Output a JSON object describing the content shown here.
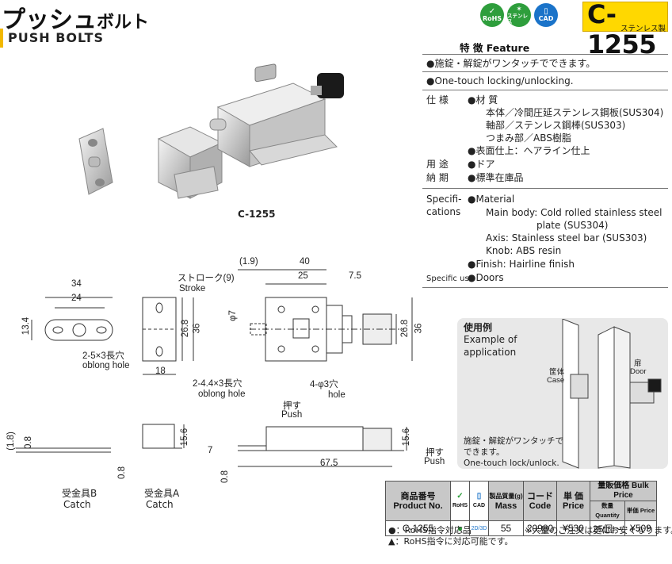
{
  "header": {
    "title_main": "プッシュ",
    "title_sub": "ボルト",
    "title_en": "PUSH BOLTS",
    "badges": [
      {
        "label": "RoHS",
        "color": "#2e9e3c"
      },
      {
        "label": "ステンレス",
        "color": "#2e9e3c"
      },
      {
        "label": "CAD",
        "color": "#1a73c9"
      }
    ],
    "product_code": "C-1255",
    "product_material": "ステンレス製",
    "accent_color": "#ffd800"
  },
  "features": {
    "heading": "特 徴 Feature",
    "jp": "●施錠・解錠がワンタッチでできます。",
    "en": "●One-touch locking/unlocking."
  },
  "spec_jp": {
    "spec_label": "仕 様",
    "material_head": "●材 質",
    "material_lines": [
      "本体／冷間圧延ステンレス鋼板(SUS304)",
      "軸部／ステンレス鋼棒(SUS303)",
      "つまみ部／ABS樹脂"
    ],
    "finish": "●表面仕上：ヘアライン仕上",
    "use_label": "用 途",
    "use": "●ドア",
    "delivery_label": "納 期",
    "delivery": "●標準在庫品"
  },
  "spec_en": {
    "label_1": "Specifi-",
    "label_2": "cations",
    "material_head": "●Material",
    "main_body_1": "Main body: Cold rolled stainless steel",
    "main_body_2": "plate (SUS304)",
    "axis": "Axis: Stainless steel bar (SUS303)",
    "knob": "Knob: ABS resin",
    "finish": "●Finish: Hairline finish",
    "use_label": "Specific use",
    "use": "●Doors"
  },
  "photo_caption": "C-1255",
  "drawing": {
    "d34": "34",
    "d24": "24",
    "d13_4": "13.4",
    "hole_b_jp": "2-5×3長穴",
    "hole_b_en": "oblong hole",
    "d18": "18",
    "d26_8a": "26.8",
    "d36a": "36",
    "hole_a_jp": "2-4.4×3長穴",
    "hole_a_en": "oblong hole",
    "stroke_jp": "ストローク(9)",
    "stroke_en": "Stroke",
    "d1_9": "(1.9)",
    "d40": "40",
    "d25": "25",
    "d7_5": "7.5",
    "phi7": "φ7",
    "d26_8b": "26.8",
    "d36b": "36",
    "hole_c_jp": "4-φ3穴",
    "hole_c_en": "hole",
    "push_jp": "押す",
    "push_en": "Push",
    "d1_8": "(1.8)",
    "d0_8a": "0.8",
    "d15_6a": "15.6",
    "d0_8b": "0.8",
    "d7": "7",
    "d0_8c": "0.8",
    "d67_5": "67.5",
    "d15_6b": "15.6",
    "push2_jp": "押す",
    "push2_en": "Push",
    "catch_b_jp": "受金具B",
    "catch_b_en": "Catch",
    "catch_a_jp": "受金具A",
    "catch_a_en": "Catch"
  },
  "usage": {
    "title_jp": "使用例",
    "title_en_1": "Example of",
    "title_en_2": "application",
    "case_jp": "筐体",
    "case_en": "Case",
    "door_jp": "扉",
    "door_en": "Door",
    "note_jp_1": "施錠・解錠がワンタッチで",
    "note_jp_2": "できます。",
    "note_en": "One-touch lock/unlock."
  },
  "table": {
    "h_product_jp": "商品番号",
    "h_product_en": "Product No.",
    "h_rohs": "RoHS",
    "h_cad": "CAD",
    "h_mass_jp": "製品質量(g)",
    "h_mass_en": "Mass",
    "h_code_jp": "コード",
    "h_code_en": "Code",
    "h_price_jp": "単 価",
    "h_price_en": "Price",
    "h_bulk": "量販価格 Bulk Price",
    "h_qty": "数量 Quantity",
    "h_unit": "単価 Price",
    "row": {
      "product": "C-1255",
      "rohs": "●",
      "cad": "2D/3D",
      "mass": "55",
      "code": "20980",
      "price": "¥530",
      "qty": "25個～",
      "bulk_price": "¥509"
    }
  },
  "notes": {
    "rohs_ok": "●：RoHS指令対応品",
    "rohs_possible": "▲：RoHS指令に対応可能です。",
    "bulk_note": "※大量のご注文は更にお安くなります。"
  }
}
